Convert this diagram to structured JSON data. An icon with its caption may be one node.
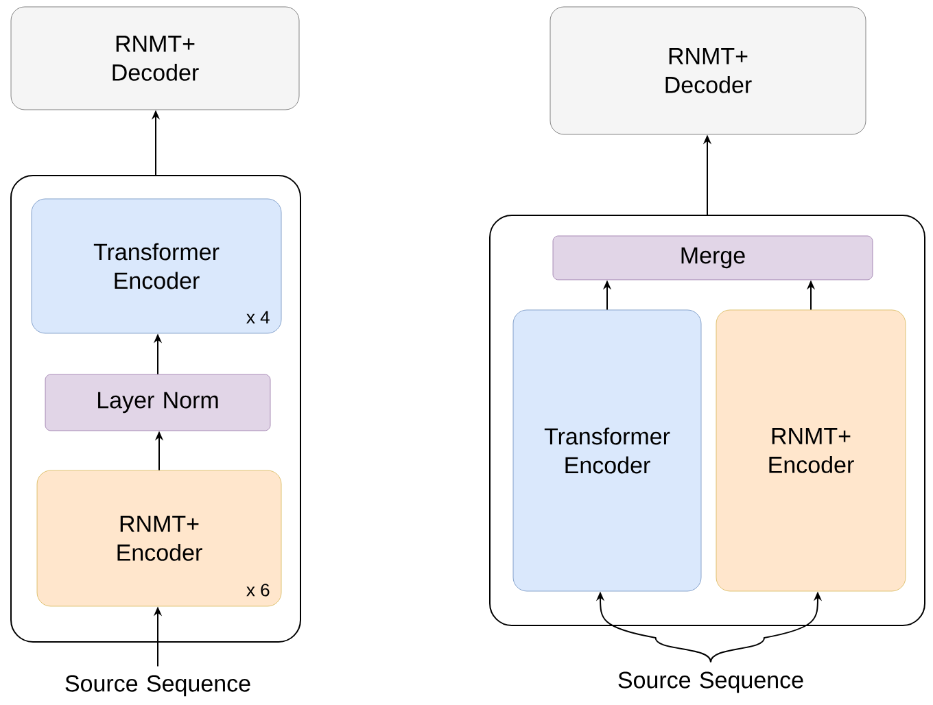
{
  "diagram": {
    "nodes": [
      {
        "text": [
          "RNMT+ Decoder"
        ]
      },
      {
        "text": [],
        "shape": "box"
      },
      {
        "text": [
          "Transformer Encoder",
          "x 4"
        ],
        "in": 1
      },
      {
        "text": [
          "Layer Norm"
        ],
        "in": 1
      },
      {
        "text": [
          "RNMT+ Encoder",
          "x 6"
        ],
        "in": 1
      },
      {
        "text": [
          "Source Sequence"
        ]
      },
      {
        "text": [
          "RNMT+ Decoder"
        ]
      },
      {
        "text": [],
        "shape": "box"
      },
      {
        "text": [
          "Merge"
        ],
        "in": 7
      },
      {
        "text": [
          "Transformer Encoder"
        ],
        "in": 7
      },
      {
        "text": [
          "RNMT+ Encoder"
        ],
        "in": 7
      },
      {
        "text": [
          "Source Sequence"
        ]
      }
    ],
    "edges": [
      {
        "from": 1,
        "to": 0,
        "arrow": "to"
      },
      {
        "from": 3,
        "to": 2,
        "arrow": "to"
      },
      {
        "from": 4,
        "to": 3,
        "arrow": "to"
      },
      {
        "from": 5,
        "to": 4,
        "arrow": "to"
      },
      {
        "from": 9,
        "to": 8,
        "arrow": "to"
      },
      {
        "from": 10,
        "to": 8,
        "arrow": "to"
      },
      {
        "from": 7,
        "to": 6,
        "arrow": "to"
      },
      {
        "from": 11,
        "to": 9,
        "arrow": "to"
      },
      {
        "from": 11,
        "to": 10,
        "arrow": "to"
      }
    ]
  }
}
